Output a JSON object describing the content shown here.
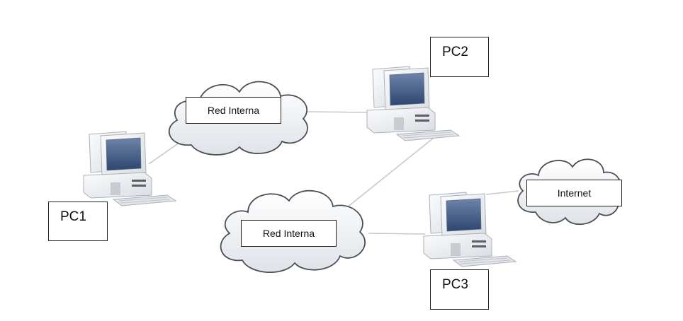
{
  "diagram": {
    "type": "network-topology",
    "nodes": {
      "pc1": {
        "label": "PC1",
        "kind": "computer"
      },
      "pc2": {
        "label": "PC2",
        "kind": "computer"
      },
      "pc3": {
        "label": "PC3",
        "kind": "computer"
      },
      "net_top": {
        "label": "Red Interna",
        "kind": "cloud"
      },
      "net_bottom": {
        "label": "Red Interna",
        "kind": "cloud"
      },
      "internet": {
        "label": "Internet",
        "kind": "cloud"
      }
    },
    "links": [
      {
        "from": "PC1",
        "to": "Red Interna (top)"
      },
      {
        "from": "Red Interna (top)",
        "to": "PC2"
      },
      {
        "from": "PC2",
        "to": "Red Interna (bottom)"
      },
      {
        "from": "Red Interna (bottom)",
        "to": "PC3"
      },
      {
        "from": "PC3",
        "to": "Internet"
      }
    ],
    "colors": {
      "link": "#c8c8c8",
      "cloud_fill": "#eef1f5",
      "cloud_stroke": "#4a4f57",
      "screen": "#3c5580",
      "case": "#eef0f2"
    }
  }
}
